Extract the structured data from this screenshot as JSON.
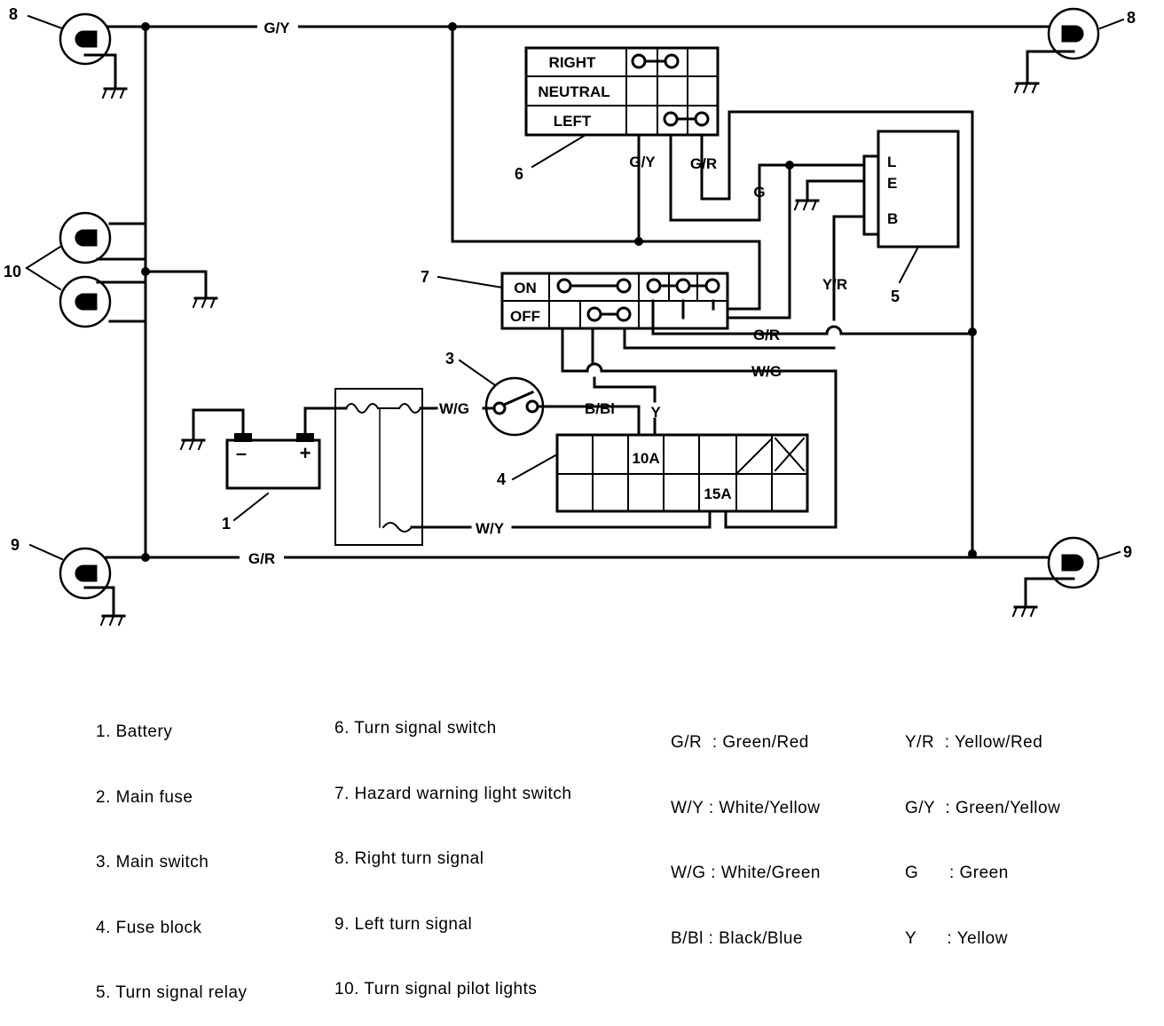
{
  "callouts": {
    "battery": "1",
    "main_switch": "3",
    "fuse_block": "4",
    "relay": "5",
    "turn_switch": "6",
    "hazard_switch": "7",
    "right_signal_left": "8",
    "right_signal_right": "8",
    "left_signal_left": "9",
    "left_signal_right": "9",
    "pilot_lights": "10"
  },
  "wire_labels": {
    "top": "G/Y",
    "bottom": "G/R",
    "switch_gy": "G/Y",
    "switch_gr": "G/R",
    "relay_g": "G",
    "relay_yr": "Y/R",
    "hazard_gr": "G/R",
    "hazard_wg": "W/G",
    "fuse_wg": "W/G",
    "main_bbl": "B/Bl",
    "main_y": "Y",
    "fuse_wy": "W/Y"
  },
  "turn_switch_rows": [
    "RIGHT",
    "NEUTRAL",
    "LEFT"
  ],
  "hazard_rows": [
    "ON",
    "OFF"
  ],
  "relay_terminals": [
    "L",
    "E",
    "B"
  ],
  "battery_terminals": {
    "neg": "–",
    "pos": "+"
  },
  "fuse_ratings": {
    "upper": "10A",
    "lower": "15A"
  },
  "legend": {
    "parts_col1": [
      "1. Battery",
      "2. Main fuse",
      "3. Main switch",
      "4. Fuse block",
      "5. Turn signal relay"
    ],
    "parts_col2": [
      "6. Turn signal switch",
      "7. Hazard warning light switch",
      "8. Right turn signal",
      "9. Left turn signal",
      "10. Turn signal pilot lights"
    ],
    "colors_col1": [
      "G/R  : Green/Red",
      "W/Y : White/Yellow",
      "W/G : White/Green",
      "B/Bl : Black/Blue"
    ],
    "colors_col2": [
      "Y/R  : Yellow/Red",
      "G/Y  : Green/Yellow",
      "G      : Green",
      "Y      : Yellow"
    ]
  }
}
